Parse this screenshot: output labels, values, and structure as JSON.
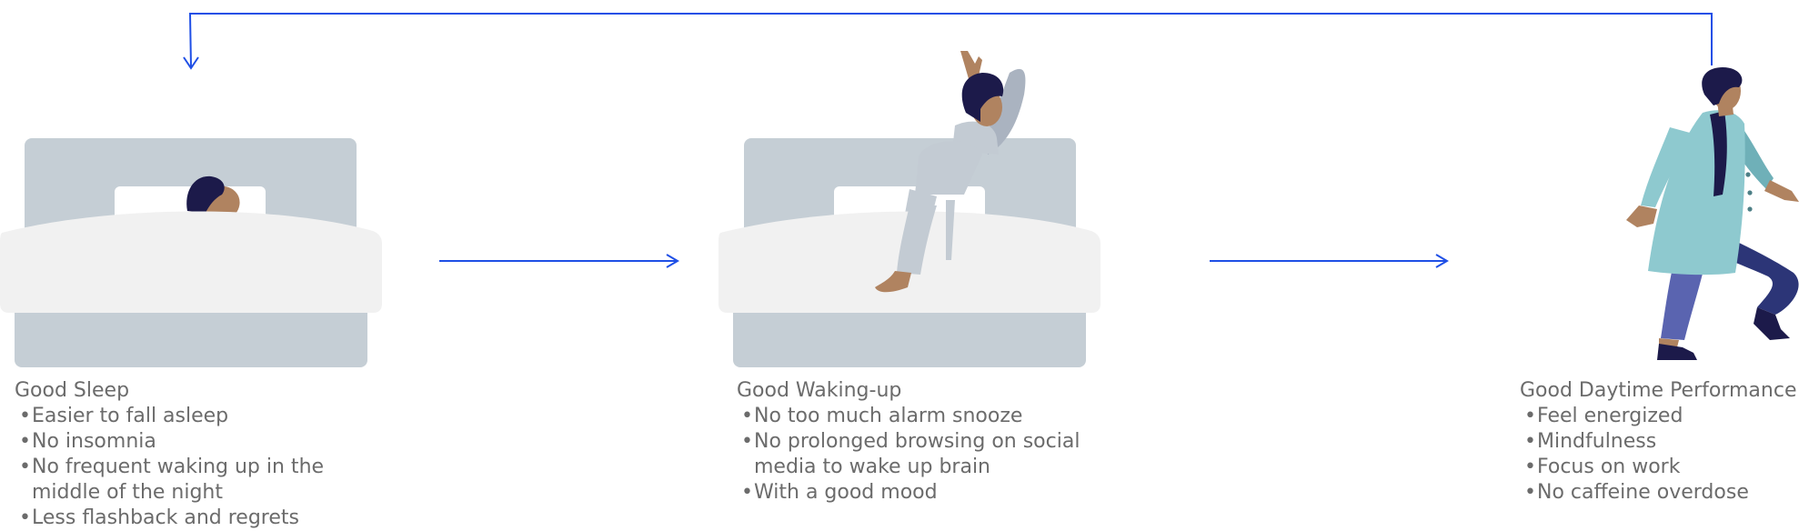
{
  "colors": {
    "arrow": "#1f4fe6",
    "bed_frame": "#c5ced5",
    "blanket": "#f1f1f1",
    "pillow": "#ffffff",
    "hair": "#1c1a4a",
    "skin": "#b08360",
    "coat": "#8ec9cf",
    "trousers": "#2c3577",
    "pajama": "#c3cbd3",
    "caption_text": "#6b6b6b"
  },
  "stages": [
    {
      "title": "Good Sleep",
      "icons": [
        "bed-icon",
        "sleeping-person-icon"
      ],
      "bullets": [
        "Easier to fall asleep",
        "No insomnia",
        "No frequent waking up in the middle of the night",
        "Less flashback and regrets"
      ]
    },
    {
      "title": "Good Waking-up",
      "icons": [
        "bed-icon",
        "waking-person-icon"
      ],
      "bullets": [
        "No too much alarm snooze",
        "No prolonged browsing on social media to wake up brain",
        "With a good mood"
      ]
    },
    {
      "title": "Good Daytime Performance",
      "icons": [
        "walking-person-icon"
      ],
      "bullets": [
        "Feel energized",
        "Mindfulness",
        "Focus on work",
        "No caffeine overdose"
      ]
    }
  ],
  "arrows": [
    "sleep-to-waking",
    "waking-to-daytime",
    "daytime-back-to-sleep"
  ]
}
